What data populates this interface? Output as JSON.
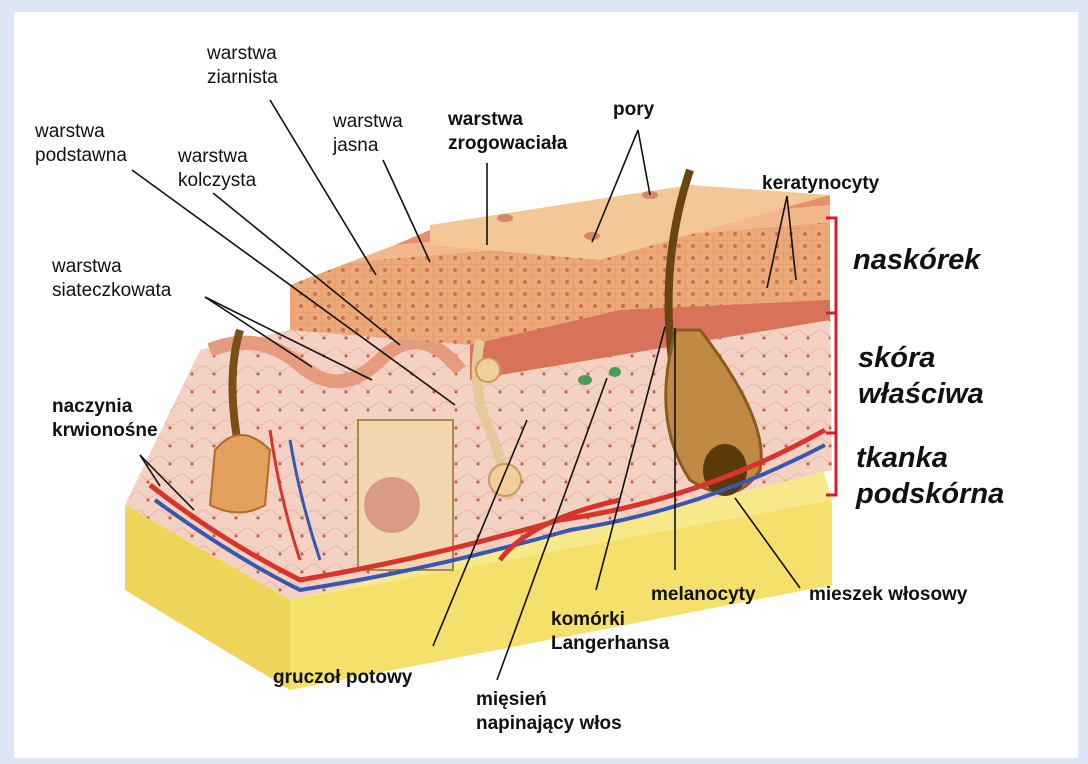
{
  "labels": {
    "warstwa_ziarnista": [
      "warstwa",
      "ziarnista"
    ],
    "warstwa_podstawna": [
      "warstwa",
      "podstawna"
    ],
    "warstwa_kolczysta": [
      "warstwa",
      "kolczysta"
    ],
    "warstwa_jasna": [
      "warstwa",
      "jasna"
    ],
    "warstwa_zrogowaciala": [
      "warstwa",
      "zrogowaciała"
    ],
    "pory": "pory",
    "keratynocyty": "keratynocyty",
    "warstwa_siateczkowata": [
      "warstwa",
      "siateczkowata"
    ],
    "naczynia": [
      "naczynia",
      "krwionośne"
    ],
    "gruczol": "gruczoł potowy",
    "miesien": [
      "mięsień",
      "napinający włos"
    ],
    "langerhans": [
      "komórki",
      "Langerhansa"
    ],
    "melanocyty": "melanocyty",
    "mieszek": "mieszek włosowy"
  },
  "regions": {
    "naskorek": "naskórek",
    "skora": [
      "skóra",
      "właściwa"
    ],
    "tkanka": [
      "tkanka",
      "podskórna"
    ]
  },
  "colors": {
    "background": "#dde6f3",
    "bracket": "#d0202a",
    "fat": "#f4e06a",
    "epidermis": "#eda878",
    "dermis": "#f3d2c4",
    "artery": "#d8352a",
    "vein": "#3858b0"
  }
}
